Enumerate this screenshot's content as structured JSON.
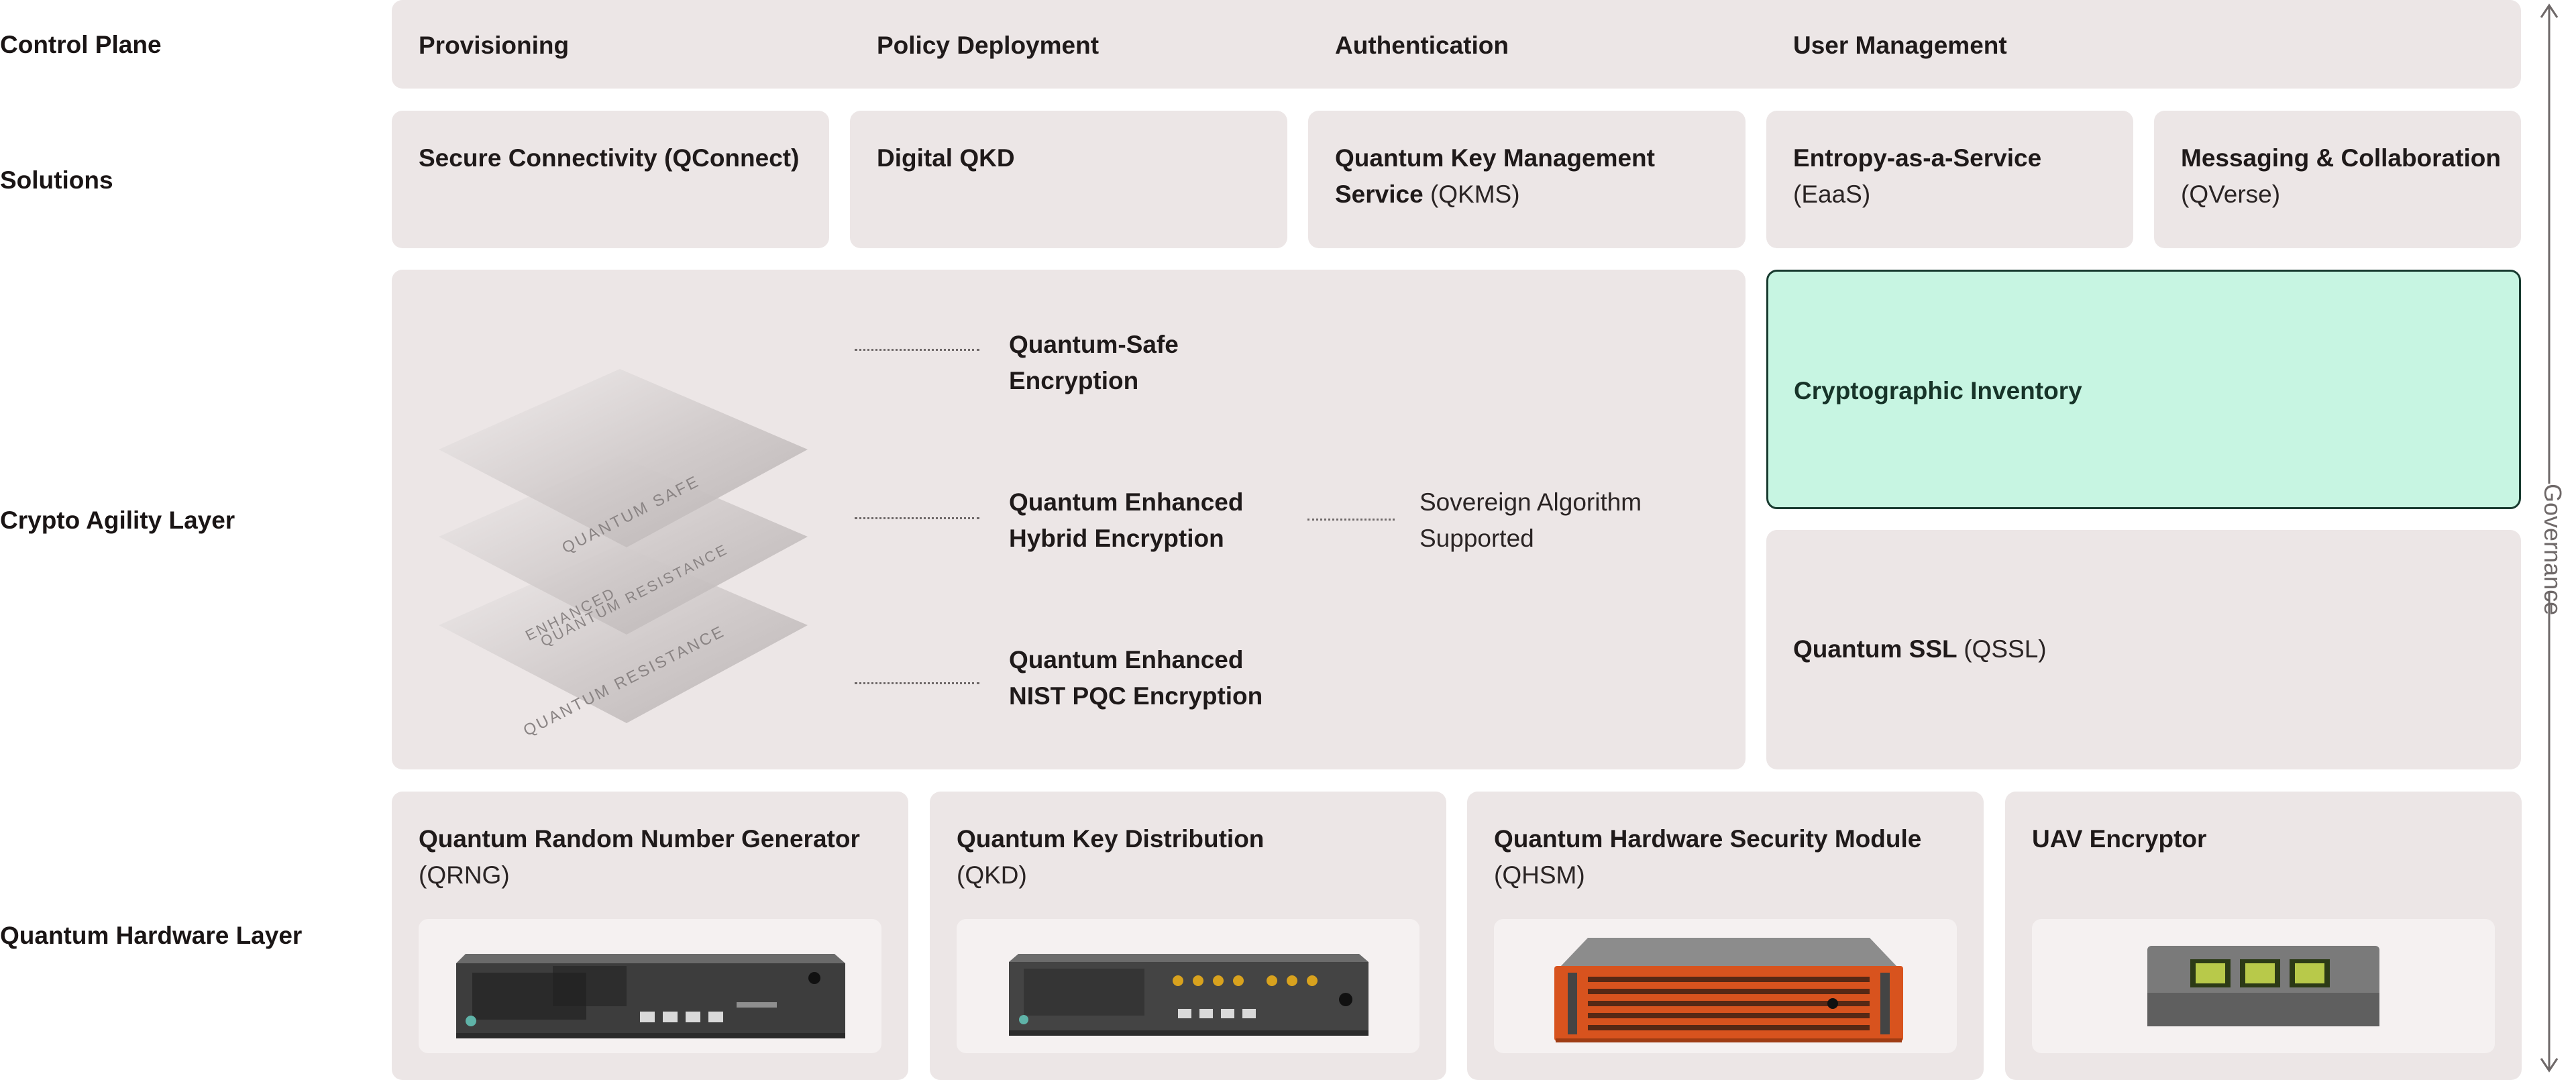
{
  "rows": {
    "control_plane": "Control Plane",
    "solutions": "Solutions",
    "crypto_agility": "Crypto Agility Layer",
    "quantum_hardware": "Quantum Hardware Layer"
  },
  "control_plane": {
    "items": [
      "Provisioning",
      "Policy Deployment",
      "Authentication",
      "User Management"
    ]
  },
  "solutions": {
    "secure_connectivity": "Secure Connectivity (QConnect)",
    "digital_qkd": "Digital QKD",
    "qkms_title_1": "Quantum Key Management",
    "qkms_title_2": "Service",
    "qkms_sub": "(QKMS)",
    "eaas_title": "Entropy-as-a-Service",
    "eaas_sub": "(EaaS)",
    "messaging_title": "Messaging & Collaboration",
    "messaging_sub": "(QVerse)"
  },
  "crypto_agility": {
    "stack_layers": [
      "QUANTUM SAFE",
      "ENHANCED",
      "QUANTUM RESISTANCE",
      "QUANTUM RESISTANCE"
    ],
    "qse_1": "Quantum-Safe",
    "qse_2": "Encryption",
    "qehe_1": "Quantum Enhanced",
    "qehe_2": "Hybrid Encryption",
    "qenist_1": "Quantum Enhanced",
    "qenist_2": "NIST PQC Encryption",
    "sovereign_1": "Sovereign Algorithm",
    "sovereign_2": "Supported",
    "inventory": "Cryptographic Inventory",
    "qssl_title": "Quantum SSL",
    "qssl_sub": "(QSSL)"
  },
  "hardware": {
    "qrng_title": "Quantum Random Number Generator",
    "qrng_sub": "(QRNG)",
    "qkd_title": "Quantum Key Distribution",
    "qkd_sub": "(QKD)",
    "qhsm_title": "Quantum Hardware Security Module",
    "qhsm_sub": "(QHSM)",
    "uav_title": "UAV Encryptor"
  },
  "governance": "Governance",
  "colors": {
    "panel": "#ece6e6",
    "highlight": "#c7f5e2",
    "highlight_border": "#183a2f",
    "qhsm_orange": "#d8531e"
  }
}
